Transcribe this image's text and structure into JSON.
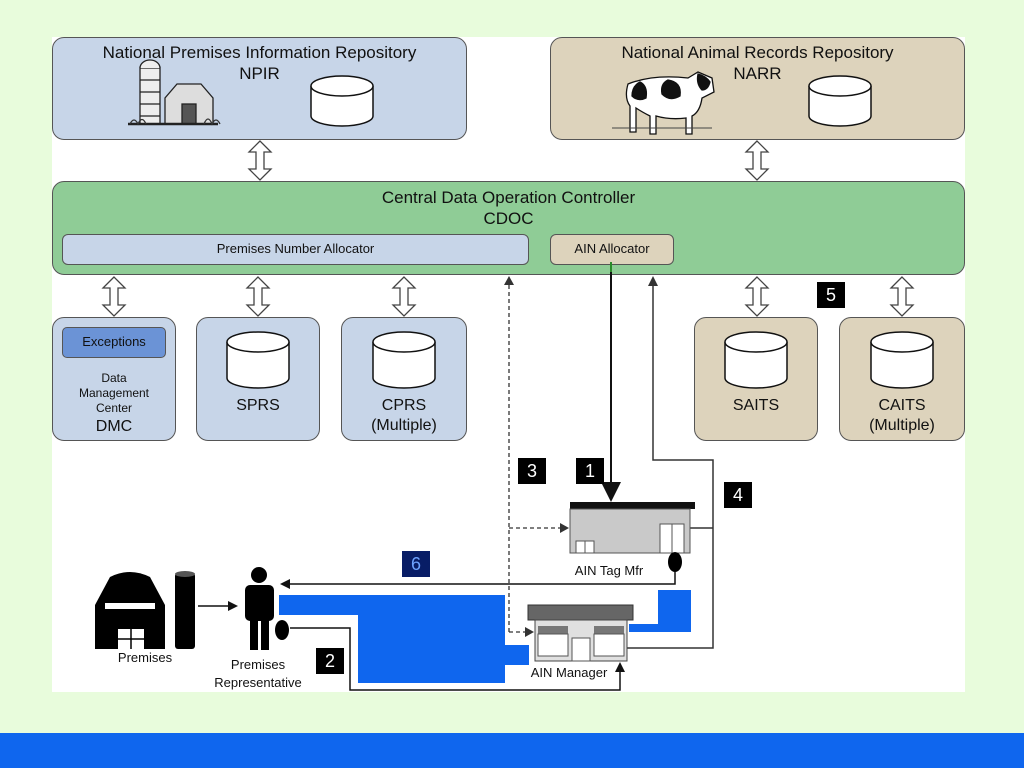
{
  "npir": {
    "title": "National Premises Information Repository",
    "abbr": "NPIR"
  },
  "narr": {
    "title": "National Animal Records Repository",
    "abbr": "NARR"
  },
  "cdoc": {
    "title": "Central Data Operation Controller",
    "abbr": "CDOC",
    "premises_allocator": "Premises Number Allocator",
    "ain_allocator": "AIN Allocator"
  },
  "dmc": {
    "exceptions": "Exceptions",
    "line1": "Data",
    "line2": "Management",
    "line3": "Center",
    "abbr": "DMC"
  },
  "sprs": {
    "label": "SPRS"
  },
  "cprs": {
    "label": "CPRS",
    "sub": "(Multiple)"
  },
  "saits": {
    "label": "SAITS"
  },
  "caits": {
    "label": "CAITS",
    "sub": "(Multiple)"
  },
  "tag_mfr": {
    "label": "AIN Tag Mfr"
  },
  "ain_manager": {
    "label": "AIN Manager"
  },
  "premises": {
    "label": "Premises"
  },
  "representative": {
    "line1": "Premises",
    "line2": "Representative"
  },
  "steps": {
    "s1": "1",
    "s2": "2",
    "s3": "3",
    "s4": "4",
    "s5": "5",
    "s6": "6"
  },
  "colors": {
    "background": "#e8fcdc",
    "footer": "#0f66ee",
    "blue_box": "#c7d5e8",
    "tan_box": "#ddd3bc",
    "green_box": "#8fcc96",
    "ribbon": "#0f66ee"
  }
}
